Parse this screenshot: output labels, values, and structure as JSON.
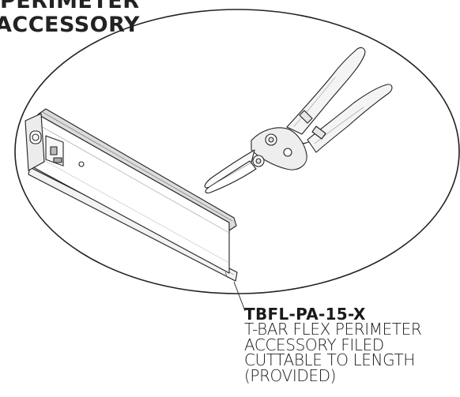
{
  "header": {
    "title_line_1": "PERIMETER",
    "title_line_2": "ACCESSORY"
  },
  "callout": {
    "part_number": "TBFL-PA-15-X",
    "description_lines": [
      "T-BAR FLEX PERIMETER",
      "ACCESSORY FILED",
      "CUTTABLE TO LENGTH",
      "(PROVIDED)"
    ]
  },
  "colors": {
    "outline": "#222222",
    "tool_fill": "#ffffff",
    "rail_shade": "#dcdcdc"
  },
  "icons": {
    "snips": "aviation-snips-icon",
    "rail": "perimeter-rail-icon"
  }
}
